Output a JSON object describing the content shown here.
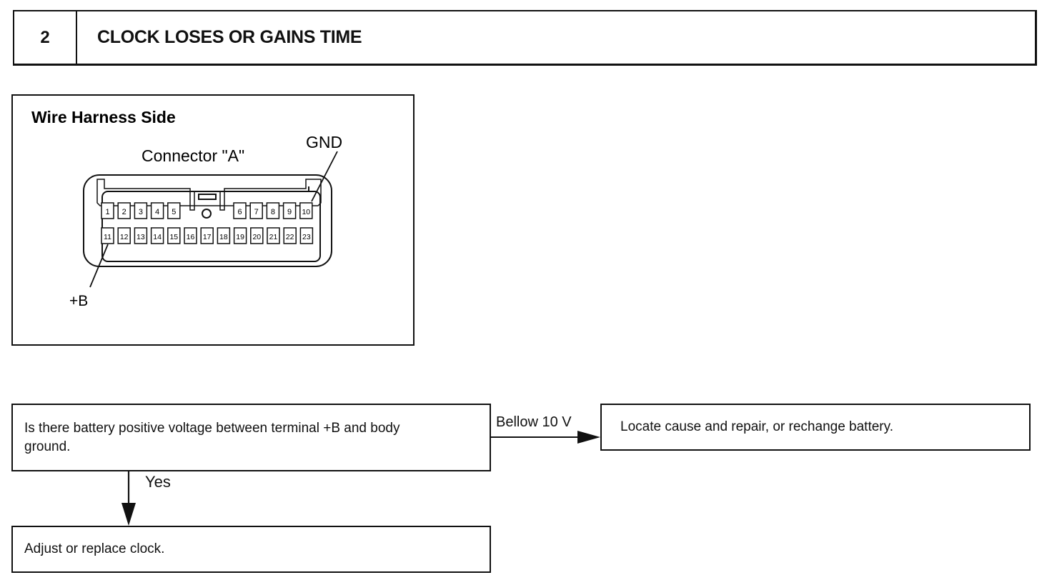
{
  "header": {
    "step_number": "2",
    "title": "CLOCK LOSES OR GAINS TIME"
  },
  "diagram": {
    "panel_title": "Wire Harness Side",
    "connector_label": "Connector \"A\"",
    "gnd_label": "GND",
    "b_label": "+B",
    "top_row_left": [
      "1",
      "2",
      "3",
      "4",
      "5"
    ],
    "top_row_right": [
      "6",
      "7",
      "8",
      "9",
      "10"
    ],
    "bottom_row": [
      "11",
      "12",
      "13",
      "14",
      "15",
      "16",
      "17",
      "18",
      "19",
      "20",
      "21",
      "22",
      "23"
    ]
  },
  "flow": {
    "question": "Is there battery positive voltage between terminal +B and body ground.",
    "fail_label": "Bellow 10 V",
    "fail_action": "Locate cause and repair, or rechange battery.",
    "pass_label": "Yes",
    "pass_action": "Adjust or replace clock."
  }
}
